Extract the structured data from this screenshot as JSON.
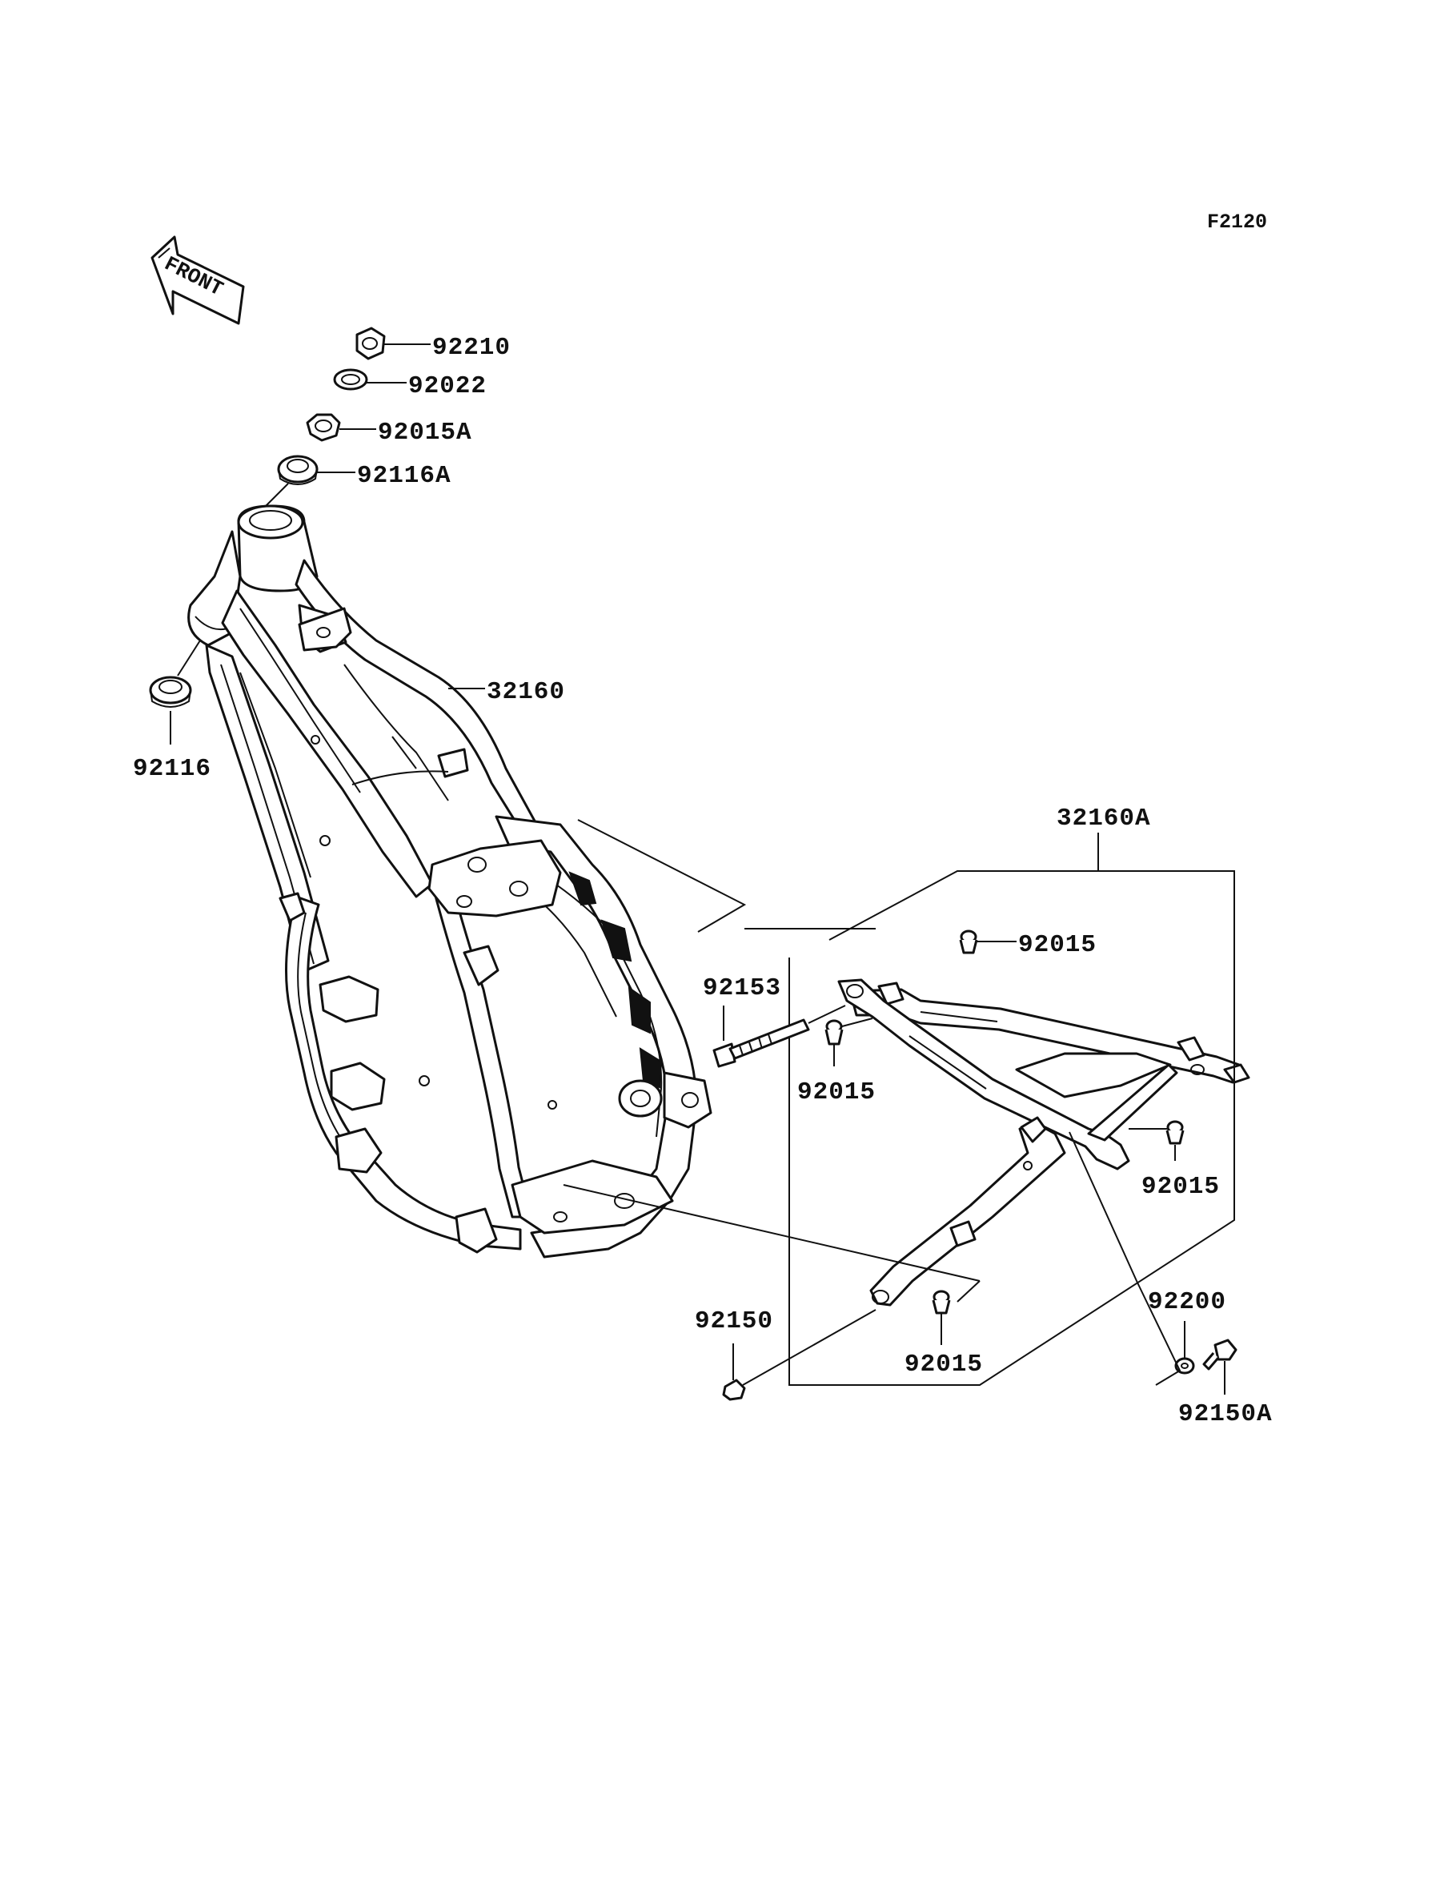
{
  "figure_code": "F2120",
  "front_marker": {
    "text": "FRONT",
    "icon": "front-arrow-icon"
  },
  "callouts": {
    "nut_92210": "92210",
    "washer_92022": "92022",
    "nut_92015A": "92015A",
    "bearing_92116A": "92116A",
    "bearing_92116": "92116",
    "frame_32160": "32160",
    "subframe_32160A": "32160A",
    "bolt_92153": "92153",
    "bolt_92015_upper": "92015",
    "bolt_92015_left": "92015",
    "bolt_92015_right": "92015",
    "bolt_92015_lower": "92015",
    "bolt_92150": "92150",
    "washer_92200": "92200",
    "bolt_92150A": "92150A"
  }
}
